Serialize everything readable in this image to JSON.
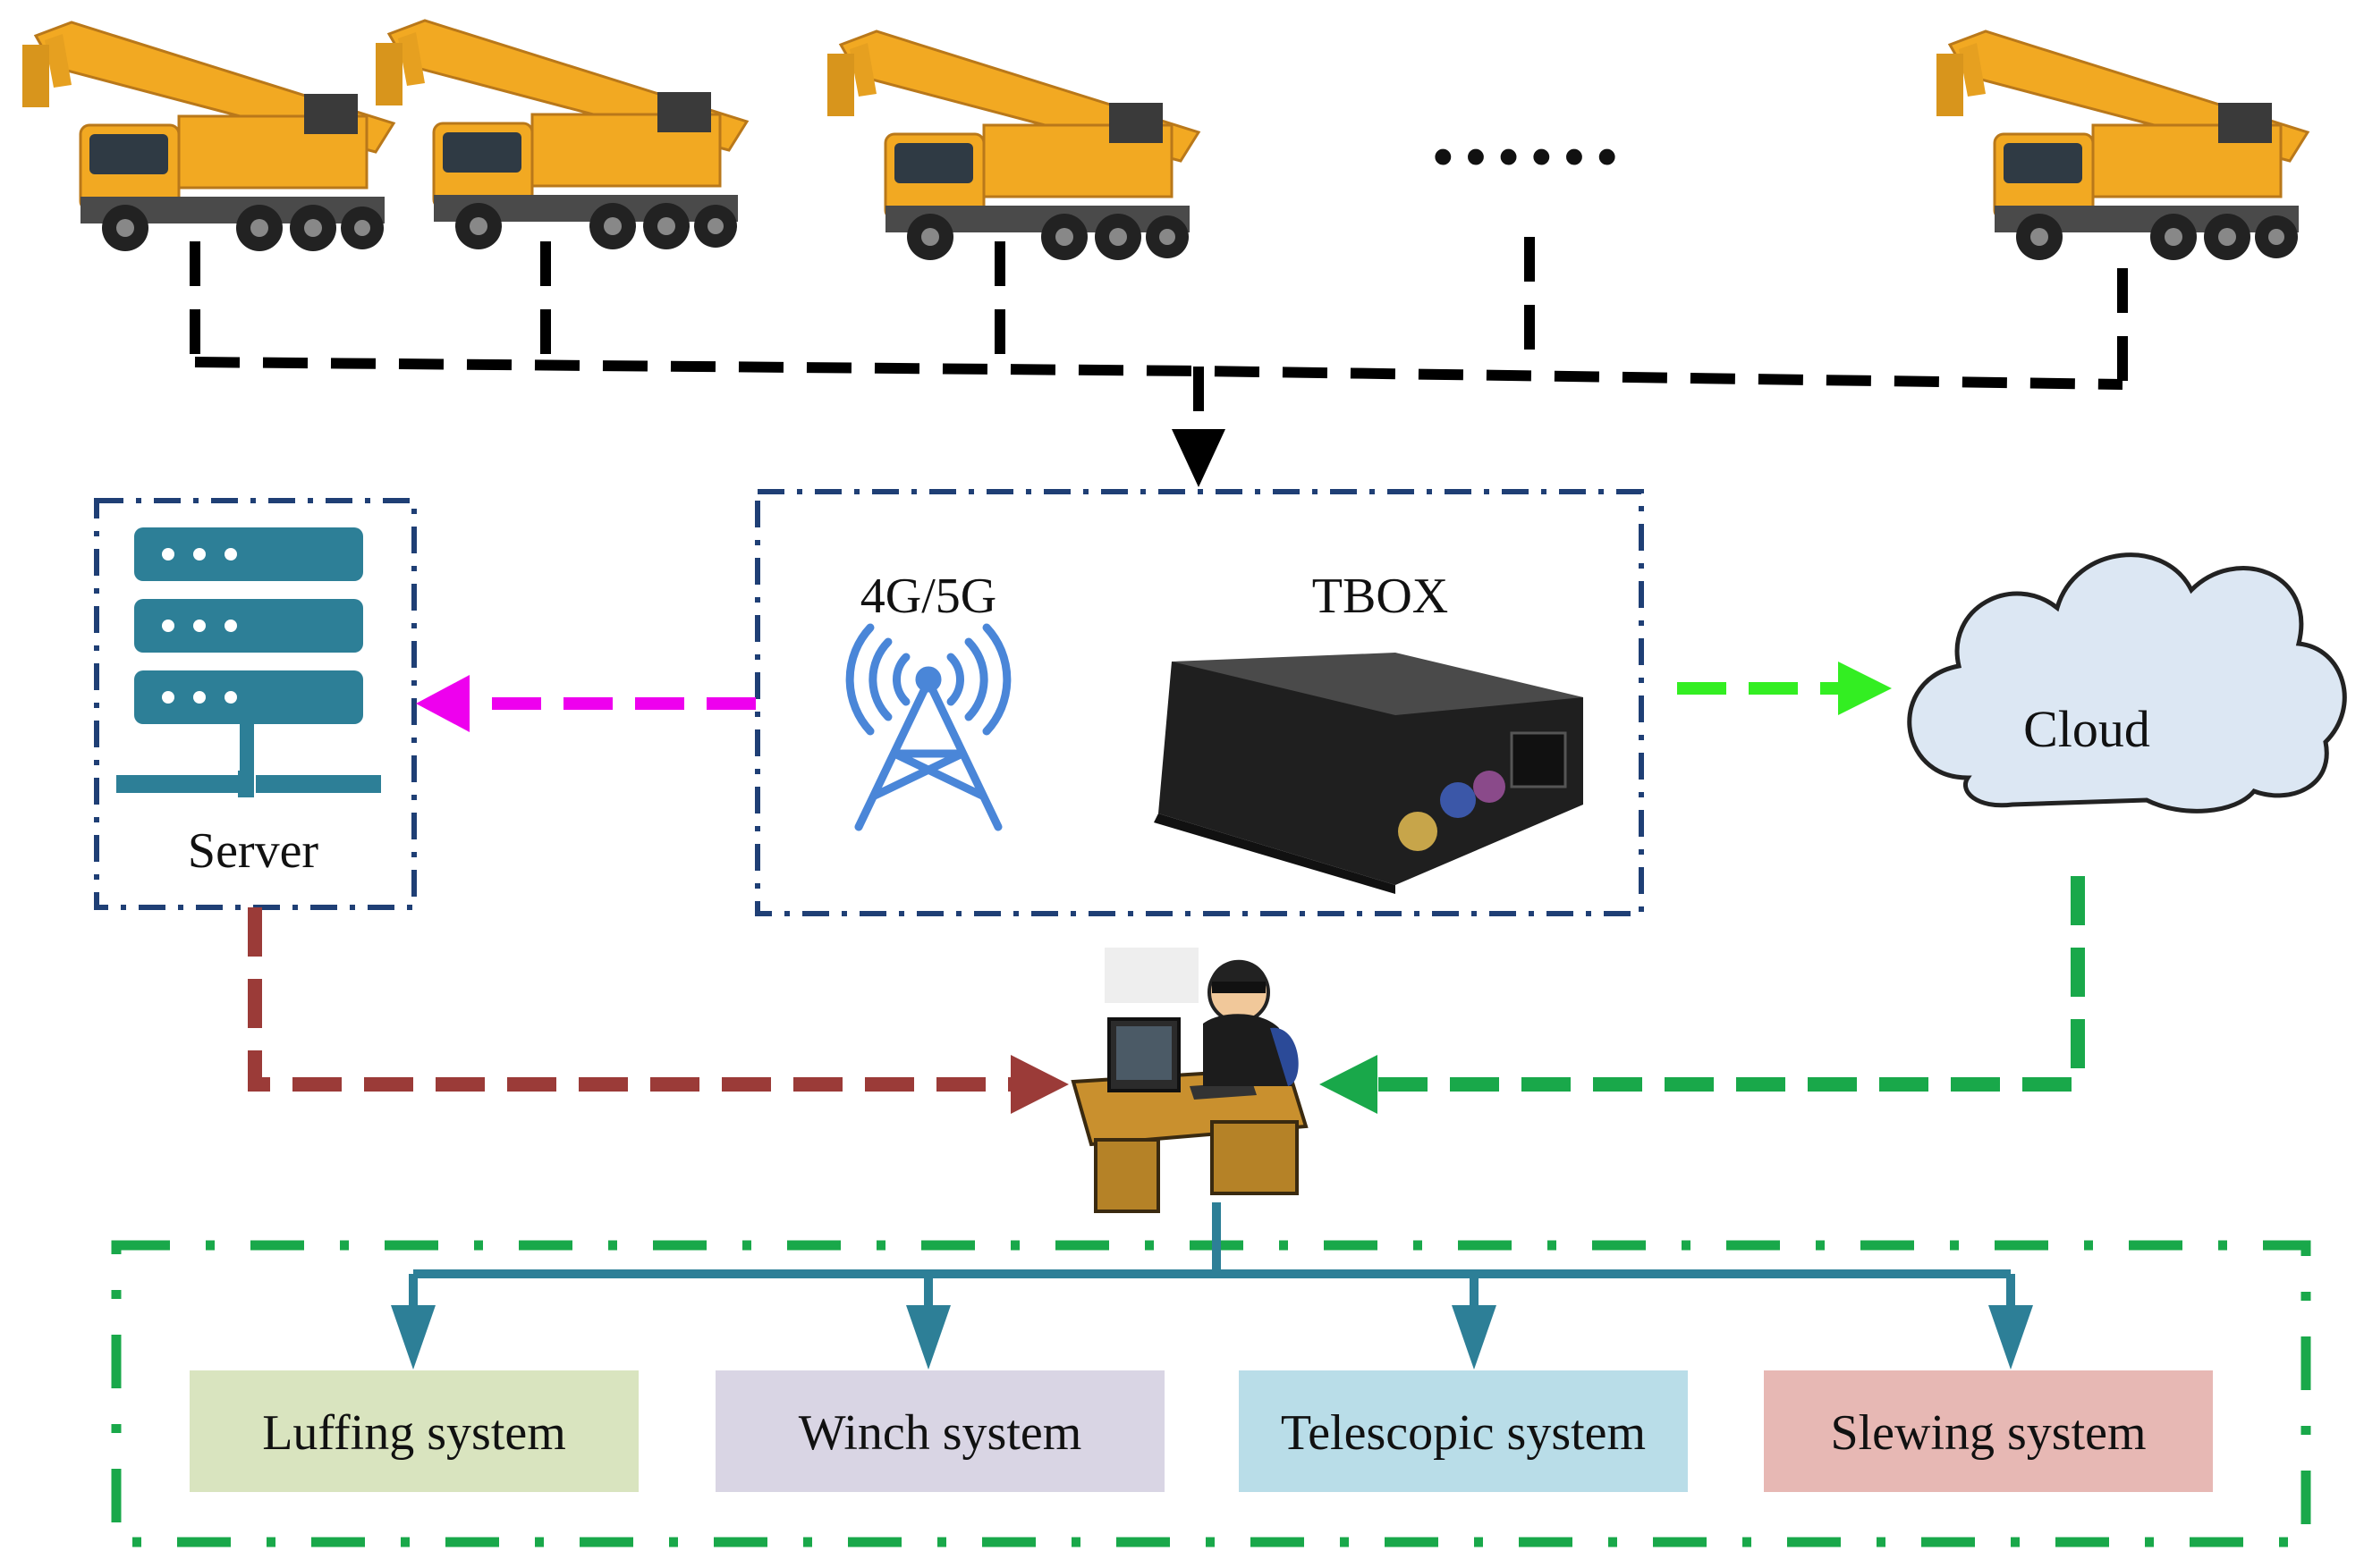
{
  "labels": {
    "ellipsis": "······",
    "network": "4G/5G",
    "tbox": "TBOX",
    "server": "Server",
    "cloud": "Cloud"
  },
  "systems": [
    {
      "label": "Luffing system",
      "color": "#d9e4bf"
    },
    {
      "label": "Winch system",
      "color": "#d9d5e4"
    },
    {
      "label": "Telescopic system",
      "color": "#b9dde8"
    },
    {
      "label": "Slewing system",
      "color": "#e7b8b4"
    }
  ],
  "colors": {
    "crane_body": "#f2a922",
    "crane_cab": "#3a3a3a",
    "server": "#2d7f97",
    "cloud_fill": "#dce7f3",
    "tower": "#4a86d8",
    "tbox_body": "#2b2b2b",
    "dashed_black": "#000000",
    "dashed_blue": "#1f3f75",
    "arrow_magenta": "#ee00ee",
    "arrow_green_bright": "#33ee22",
    "arrow_green": "#19a84a",
    "arrow_brown": "#9b3b38",
    "tree_blue": "#2d7f97",
    "outer_green": "#19a84a"
  },
  "icons": [
    "crane-truck-icon",
    "server-rack-icon",
    "cell-tower-icon",
    "tbox-device-icon",
    "cloud-icon",
    "operator-at-desk-icon"
  ]
}
